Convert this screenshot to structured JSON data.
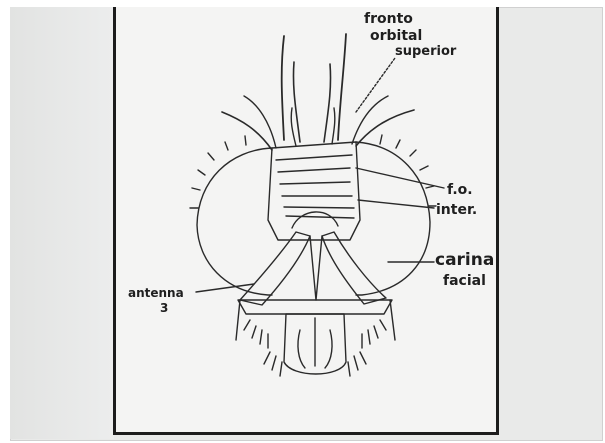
{
  "labels": {
    "fronto_orbital_superior": [
      "fronto",
      "orbital",
      "superior"
    ],
    "fronto_orbital_inter": [
      "f.o.",
      "inter."
    ],
    "carina_facial": [
      "carina",
      "facial"
    ],
    "antenna_3": [
      "antenna",
      "3"
    ]
  },
  "colors": {
    "ink": "#1f1f1f",
    "paper": "#f4f4f3",
    "background": "#e9eae9",
    "frame": "#1c1c1c"
  }
}
